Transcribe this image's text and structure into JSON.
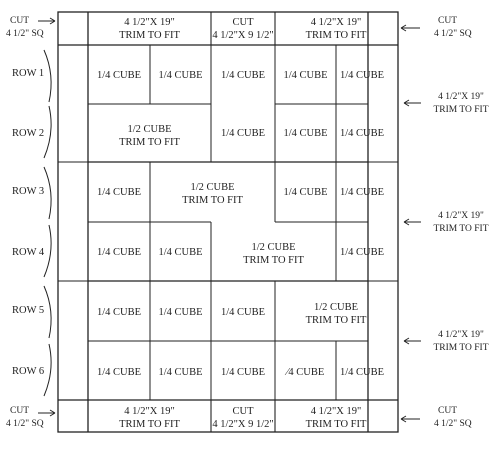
{
  "corners": {
    "top_left": [
      "CUT",
      "4 1/2\" SQ"
    ],
    "top_right": [
      "CUT",
      "4 1/2\" SQ"
    ],
    "bottom_left": [
      "CUT",
      "4 1/2\" SQ"
    ],
    "bottom_right": [
      "CUT",
      "4 1/2\" SQ"
    ]
  },
  "top_border": {
    "left": [
      "4 1/2\"X 19\"",
      "TRIM TO FIT"
    ],
    "center": [
      "CUT",
      "4 1/2\"X 9 1/2\""
    ],
    "right": [
      "4 1/2\"X 19\"",
      "TRIM TO FIT"
    ]
  },
  "bottom_border": {
    "left": [
      "4 1/2\"X 19\"",
      "TRIM TO FIT"
    ],
    "center": [
      "CUT",
      "4 1/2\"X 9 1/2\""
    ],
    "right": [
      "4 1/2\"X 19\"",
      "TRIM TO FIT"
    ]
  },
  "right_border_labels": [
    [
      "4 1/2\"X 19\"",
      "TRIM TO FIT"
    ],
    [
      "4 1/2\"X 19\"",
      "TRIM TO FIT"
    ],
    [
      "4 1/2\"X 19\"",
      "TRIM TO FIT"
    ]
  ],
  "rows": [
    "ROW 1",
    "ROW 2",
    "ROW 3",
    "ROW 4",
    "ROW 5",
    "ROW 6"
  ],
  "quarter_cube": "1/4 CUBE",
  "quarter_cube_alt": "⁄4 CUBE",
  "half_cube": [
    "1/2 CUBE",
    "TRIM TO FIT"
  ]
}
